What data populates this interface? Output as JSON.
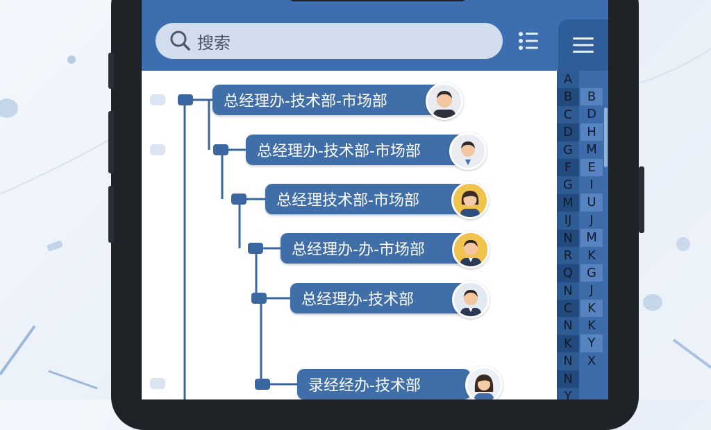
{
  "search": {
    "placeholder": "搜索"
  },
  "tree": {
    "nodes": [
      {
        "label": "总经理办-技术部-市场部",
        "avatar": "male-dark-hair-avatar"
      },
      {
        "label": "总经理办-技术部-市场部",
        "avatar": "male-glasses-avatar"
      },
      {
        "label": "总经理技术部-市场部",
        "avatar": "female-avatar"
      },
      {
        "label": "总经理办-办-市场部",
        "avatar": "male-suit-avatar"
      },
      {
        "label": "总经理办-技术部",
        "avatar": "male-suit-avatar"
      },
      {
        "label": "录经经办-技术部",
        "avatar": "female-long-hair-avatar"
      }
    ]
  },
  "index": {
    "left": [
      "A",
      "B",
      "C",
      "D",
      "G",
      "F",
      "G",
      "M",
      "IJ",
      "N",
      "R",
      "Q",
      "N",
      "C",
      "N",
      "K",
      "N",
      "N",
      "Y"
    ],
    "right": [
      "B",
      "D",
      "H",
      "M",
      "E",
      "I",
      "U",
      "J",
      "M",
      "K",
      "G",
      "J",
      "K",
      "K",
      "Y",
      "X"
    ]
  },
  "colors": {
    "header": "#3d6fb0",
    "node": "#3f6ea8",
    "index_bar": "#3e6cab",
    "connector": "#3a679f"
  },
  "icons": [
    "search-icon",
    "list-icon",
    "hamburger-menu-icon"
  ]
}
